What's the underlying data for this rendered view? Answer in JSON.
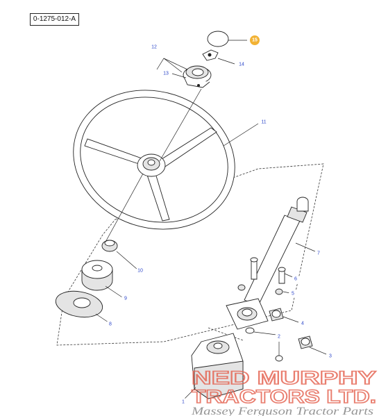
{
  "diagram": {
    "reference_code": "0-1275-012-A",
    "callouts": [
      {
        "id": "c15",
        "label": "15",
        "highlight": true
      },
      {
        "id": "c12",
        "label": "12",
        "highlight": false
      },
      {
        "id": "c14",
        "label": "14",
        "highlight": false
      },
      {
        "id": "c13",
        "label": "13",
        "highlight": false
      },
      {
        "id": "c11",
        "label": "11",
        "highlight": false
      },
      {
        "id": "c7",
        "label": "7",
        "highlight": false
      },
      {
        "id": "c10",
        "label": "10",
        "highlight": false
      },
      {
        "id": "c6",
        "label": "6",
        "highlight": false
      },
      {
        "id": "c5",
        "label": "5",
        "highlight": false
      },
      {
        "id": "c9",
        "label": "9",
        "highlight": false
      },
      {
        "id": "c4",
        "label": "4",
        "highlight": false
      },
      {
        "id": "c8",
        "label": "8",
        "highlight": false
      },
      {
        "id": "c2",
        "label": "2",
        "highlight": false
      },
      {
        "id": "c3",
        "label": "3",
        "highlight": false
      },
      {
        "id": "c1",
        "label": "1",
        "highlight": false
      }
    ]
  },
  "watermark": {
    "line1": "NED MURPHY",
    "line2": "TRACTORS LTD.",
    "tagline": "Massey Ferguson Tractor Parts",
    "color": "#e5614f"
  },
  "colors": {
    "callout_text": "#2a44c8",
    "highlight": "#f2b233",
    "line": "#222222"
  }
}
